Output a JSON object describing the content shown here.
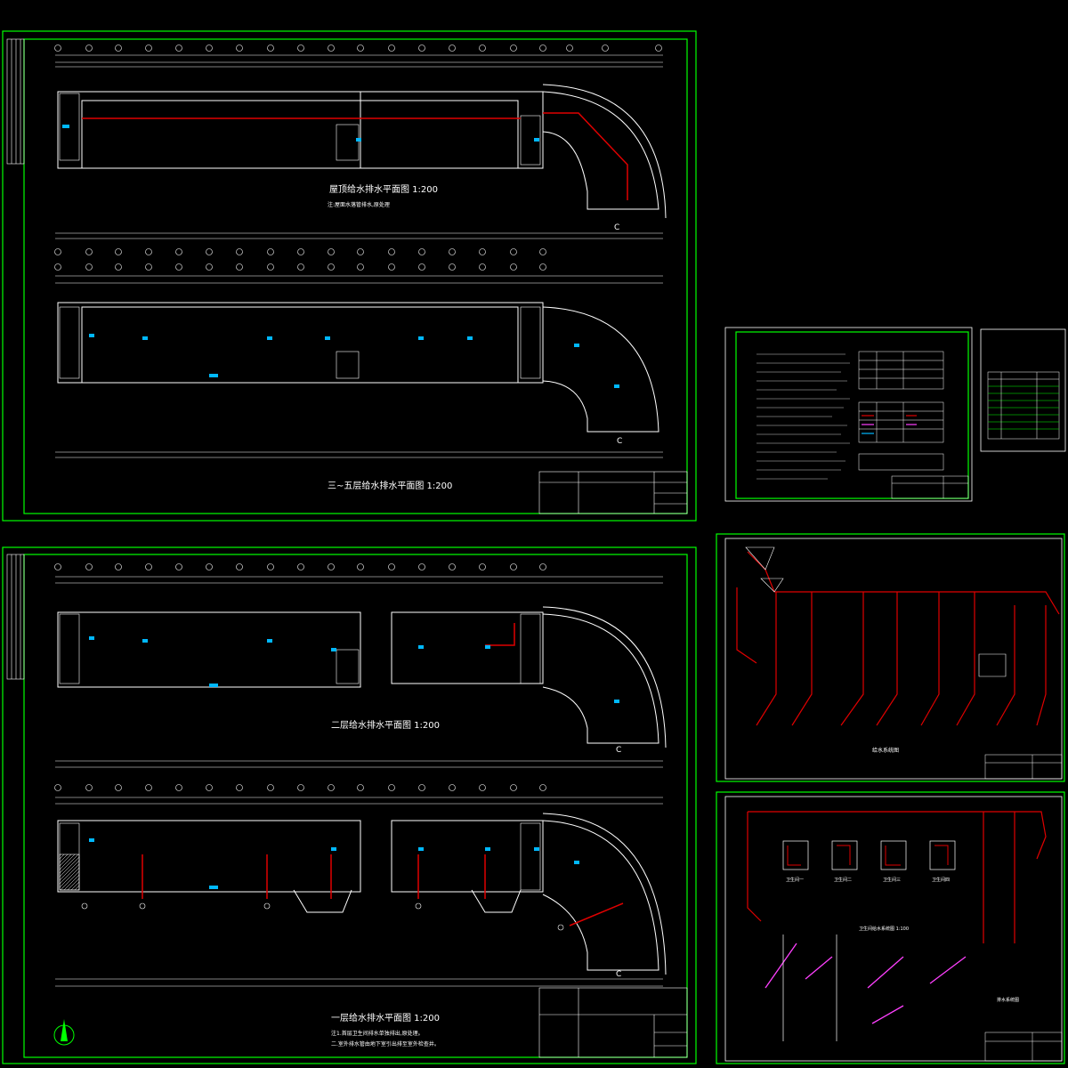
{
  "sheets": {
    "sheet_a": {
      "plan_top_title": "屋顶给水排水平面图 1:200",
      "plan_top_note": "注:屋面水落管排水,原处理",
      "plan_bottom_title": "三~五层给水排水平面图 1:200",
      "section_mark_top": "C",
      "section_mark_bottom": "C"
    },
    "sheet_b": {
      "plan_top_title": "二层给水排水平面图 1:200",
      "plan_bottom_title": "一层给水排水平面图 1:200",
      "note_line_1": "注1.首层卫生间排水单独排出,原处理。",
      "note_line_2": "二.室外排水管由地下室引出排至室外检查井。",
      "section_mark_top": "C",
      "section_mark_bottom": "C"
    },
    "sheet_d": {
      "system_title": "给水系统图"
    },
    "sheet_e": {
      "detail_labels": [
        "卫生间一",
        "卫生间二",
        "卫生间三",
        "卫生间四"
      ],
      "system_title": "卫生间给水系统图 1:100",
      "axon_title": "排水系统图"
    }
  },
  "colors": {
    "sheet_border": "#00ff00",
    "drawing_lines": "#ffffff",
    "water_supply_pipe": "#e00000",
    "fixture_symbol": "#00b8ff",
    "drain_pipe": "#ff40ff"
  }
}
